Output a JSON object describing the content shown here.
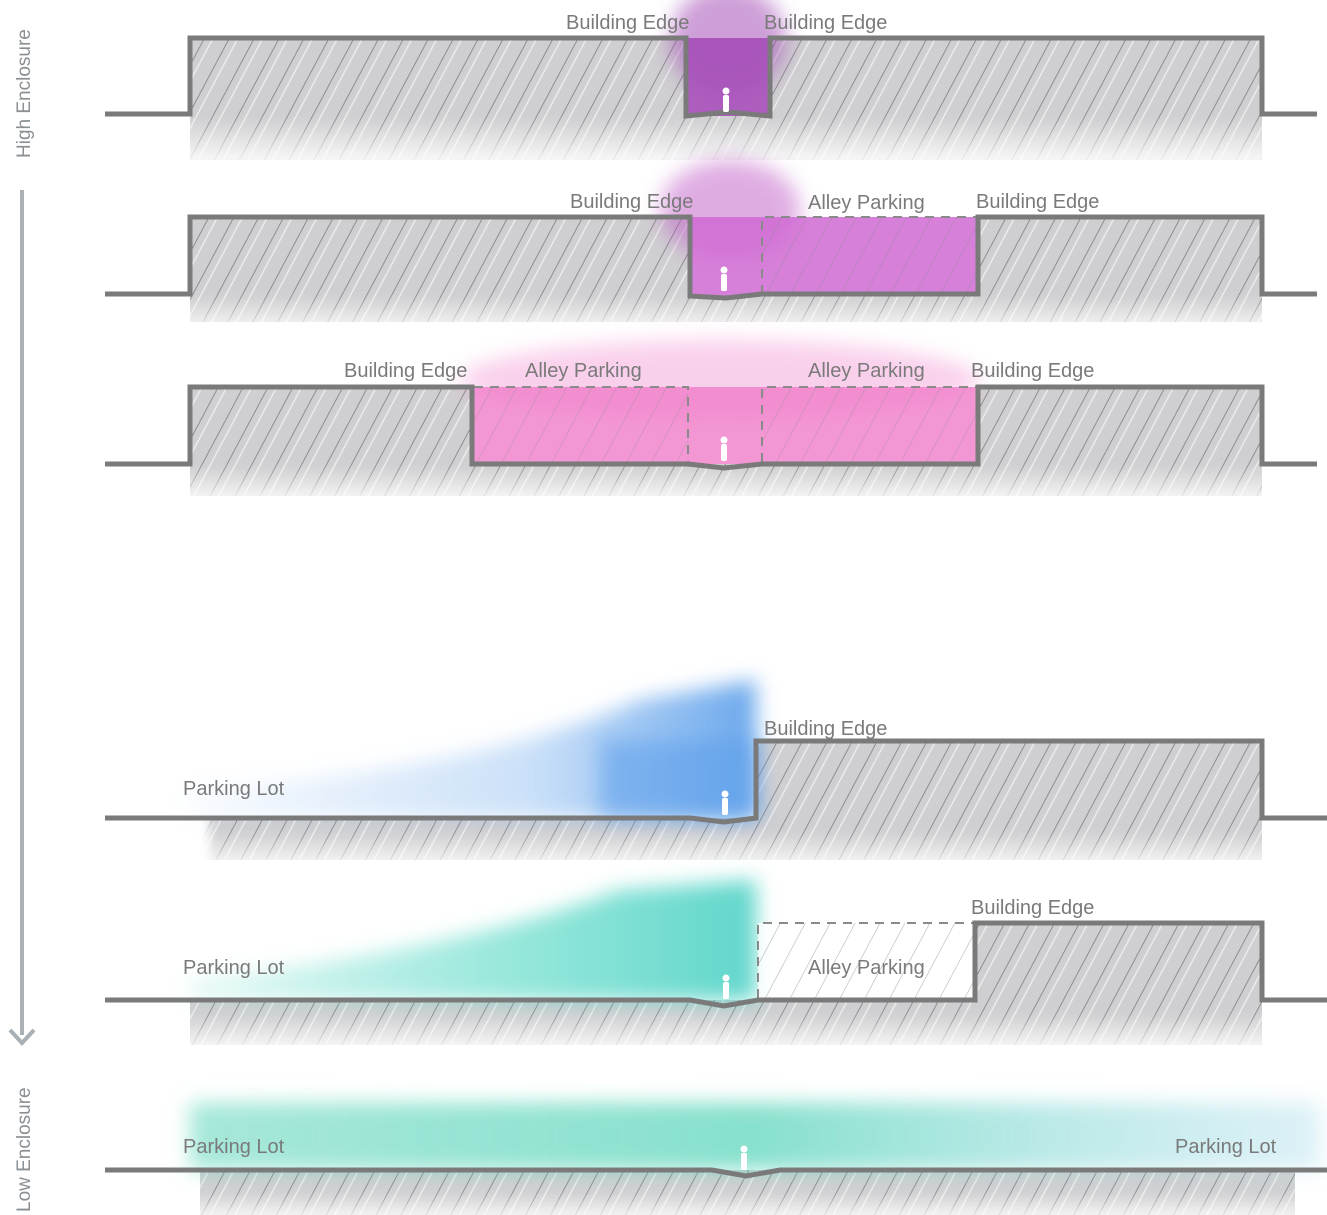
{
  "axis": {
    "top_label": "High Enclosure",
    "bottom_label": "Low Enclosure",
    "arrow_icon": "arrow-down-icon"
  },
  "colors": {
    "outline": "#7a7a7a",
    "hatch_mass": "#c9c9cb",
    "level_1": "#a64fb8",
    "level_2": "#cf6ad2",
    "level_3": "#f07ac8",
    "level_4": "#6aa8ec",
    "level_5": "#55d8c4",
    "level_6": "#6fdcc4"
  },
  "sections": [
    {
      "id": "section-1",
      "labels": [
        "Building Edge",
        "Building Edge"
      ]
    },
    {
      "id": "section-2",
      "labels": [
        "Building Edge",
        "Alley Parking",
        "Building Edge"
      ]
    },
    {
      "id": "section-3",
      "labels": [
        "Building Edge",
        "Alley Parking",
        "Alley Parking",
        "Building Edge"
      ]
    },
    {
      "id": "section-4",
      "labels": [
        "Building Edge",
        "Parking Lot"
      ]
    },
    {
      "id": "section-5",
      "labels": [
        "Building Edge",
        "Parking Lot",
        "Alley Parking"
      ]
    },
    {
      "id": "section-6",
      "labels": [
        "Parking Lot",
        "Parking Lot"
      ]
    }
  ]
}
